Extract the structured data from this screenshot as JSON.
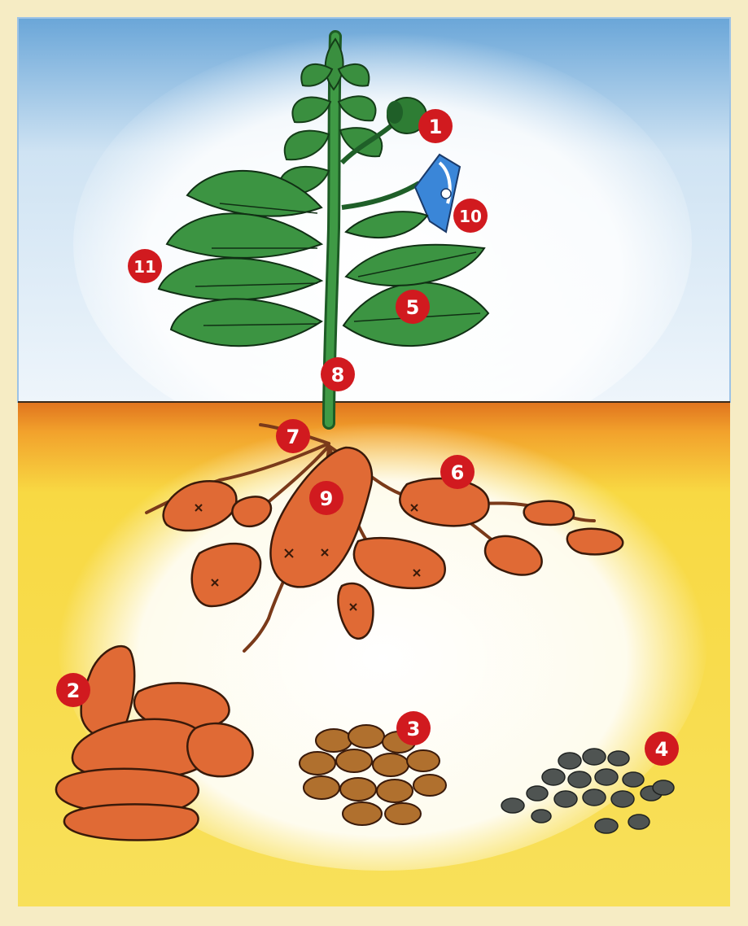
{
  "illustration": {
    "subject": "sweet potato plant",
    "colors": {
      "frame": "#f6ecc4",
      "sky": "#7fb1dc",
      "soil": "#f5d23a",
      "soil_edge": "#e0741e",
      "leaf": "#2f8a3a",
      "leaf_dark": "#1f5f28",
      "tuber": "#e06a35",
      "dried": "#a86a2e",
      "charcoal": "#5a5e5c",
      "flower": "#3a86d8",
      "marker": "#d11a1f"
    }
  },
  "markers": [
    {
      "id": "m1",
      "label": "1"
    },
    {
      "id": "m2",
      "label": "2"
    },
    {
      "id": "m3",
      "label": "3"
    },
    {
      "id": "m4",
      "label": "4"
    },
    {
      "id": "m5",
      "label": "5"
    },
    {
      "id": "m6",
      "label": "6"
    },
    {
      "id": "m7",
      "label": "7"
    },
    {
      "id": "m8",
      "label": "8"
    },
    {
      "id": "m9",
      "label": "9"
    },
    {
      "id": "m10",
      "label": "10"
    },
    {
      "id": "m11",
      "label": "11"
    }
  ]
}
